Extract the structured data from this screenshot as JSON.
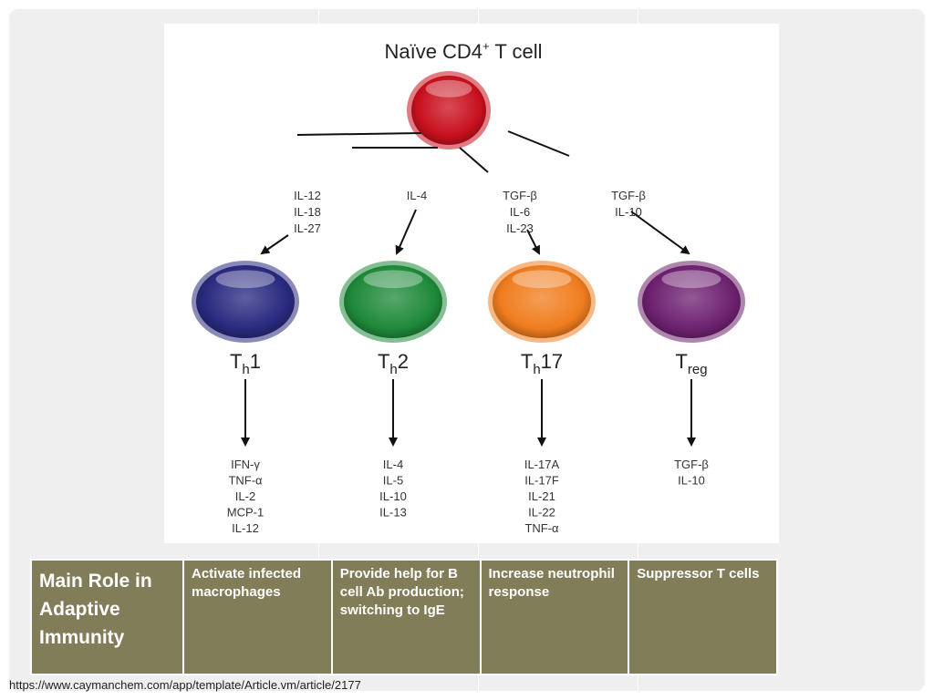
{
  "diagram": {
    "title_main": "Naïve CD4",
    "title_sup": "+",
    "title_end": " T cell",
    "branches": [
      {
        "inducers": [
          "IL-12",
          "IL-18",
          "IL-27"
        ],
        "cell_main": "T",
        "cell_sub": "h",
        "cell_suffix": "1",
        "outputs": [
          "IFN-γ",
          "TNF-α",
          "IL-2",
          "MCP-1",
          "IL-12"
        ],
        "color": "#2a2a80"
      },
      {
        "inducers": [
          "IL-4"
        ],
        "cell_main": "T",
        "cell_sub": "h",
        "cell_suffix": "2",
        "outputs": [
          "IL-4",
          "IL-5",
          "IL-10",
          "IL-13"
        ],
        "color": "#1f8a3a"
      },
      {
        "inducers": [
          "TGF-β",
          "IL-6",
          "IL-23"
        ],
        "cell_main": "T",
        "cell_sub": "h",
        "cell_suffix": "17",
        "outputs": [
          "IL-17A",
          "IL-17F",
          "IL-21",
          "IL-22",
          "TNF-α"
        ],
        "color": "#f07d1f"
      },
      {
        "inducers": [
          "TGF-β",
          "IL-10"
        ],
        "cell_main": "T",
        "cell_sub": "reg",
        "cell_suffix": "",
        "outputs": [
          "TGF-β",
          "IL-10"
        ],
        "color": "#6e2270"
      }
    ],
    "root_color": "#c8101e"
  },
  "table": {
    "header": "Main Role in Adaptive Immunity",
    "roles": [
      "Activate infected macrophages",
      "Provide help for B cell Ab production; switching to IgE",
      "Increase neutrophil response",
      "Suppressor T cells"
    ]
  },
  "source": "https://www.caymanchem.com/app/template/Article.vm/article/2177"
}
